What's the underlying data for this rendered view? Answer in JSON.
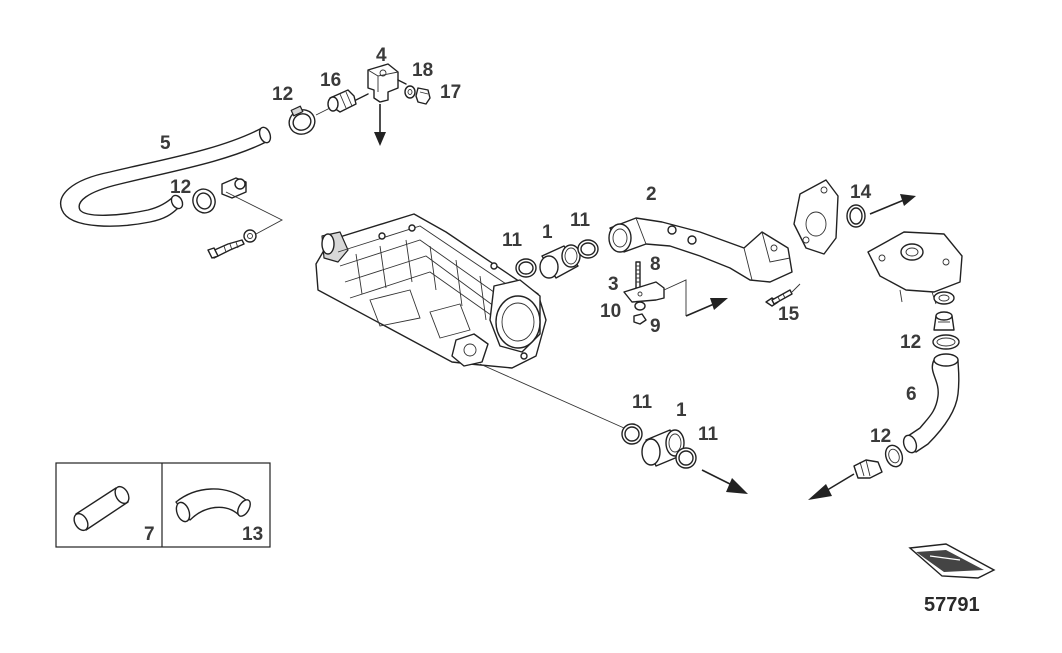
{
  "figure_number": "57791",
  "part_labels": [
    {
      "id": "p4",
      "text": "4"
    },
    {
      "id": "p18",
      "text": "18"
    },
    {
      "id": "p17",
      "text": "17"
    },
    {
      "id": "p16",
      "text": "16"
    },
    {
      "id": "p12a",
      "text": "12"
    },
    {
      "id": "p5",
      "text": "5"
    },
    {
      "id": "p12b",
      "text": "12"
    },
    {
      "id": "p2",
      "text": "2"
    },
    {
      "id": "p14",
      "text": "14"
    },
    {
      "id": "p11a",
      "text": "11"
    },
    {
      "id": "p1a",
      "text": "1"
    },
    {
      "id": "p11b",
      "text": "11"
    },
    {
      "id": "p3",
      "text": "3"
    },
    {
      "id": "p8",
      "text": "8"
    },
    {
      "id": "p10",
      "text": "10"
    },
    {
      "id": "p9",
      "text": "9"
    },
    {
      "id": "p15",
      "text": "15"
    },
    {
      "id": "p12c",
      "text": "12"
    },
    {
      "id": "p6",
      "text": "6"
    },
    {
      "id": "p11c",
      "text": "11"
    },
    {
      "id": "p1b",
      "text": "1"
    },
    {
      "id": "p11d",
      "text": "11"
    },
    {
      "id": "p12d",
      "text": "12"
    },
    {
      "id": "p7",
      "text": "7"
    },
    {
      "id": "p13",
      "text": "13"
    }
  ]
}
